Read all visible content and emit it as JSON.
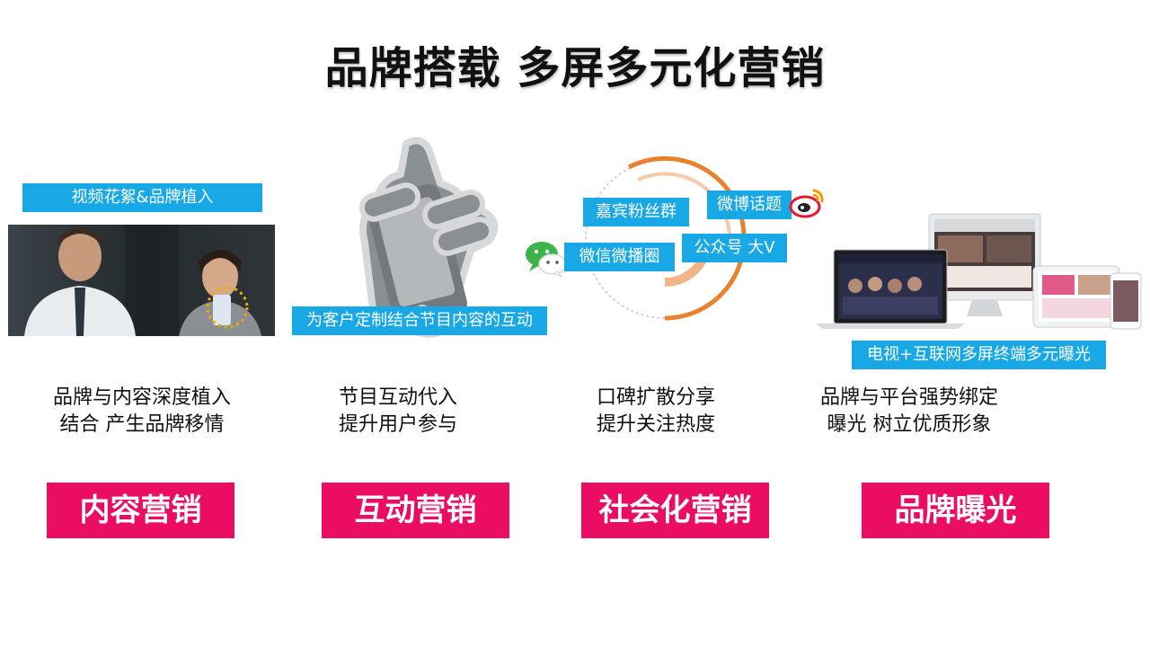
{
  "title": "品牌搭载 多屏多元化营销",
  "columns": [
    {
      "tag": "视频花絮&品牌植入",
      "desc": [
        "品牌与内容深度植入",
        "结合 产生品牌移情"
      ],
      "button": "内容营销"
    },
    {
      "tag": "为客户定制结合节目内容的互动",
      "desc": [
        "节目互动代入",
        "提升用户参与"
      ],
      "button": "互动营销"
    },
    {
      "bubbles": [
        "嘉宾粉丝群",
        "微博话题",
        "微信微播圈",
        "公众号 大V"
      ],
      "desc": [
        "口碑扩散分享",
        "提升关注热度"
      ],
      "button": "社会化营销"
    },
    {
      "tag": "电视+互联网多屏终端多元曝光",
      "desc": [
        "品牌与平台强势绑定",
        "曝光 树立优质形象"
      ],
      "button": "品牌曝光"
    }
  ],
  "colors": {
    "accent_cyan": "#19a8e6",
    "accent_pink": "#ea0d63",
    "arc_orange": "#e8822f"
  },
  "icons": [
    "hand-phone-icon",
    "wechat-icon",
    "weibo-icon"
  ]
}
